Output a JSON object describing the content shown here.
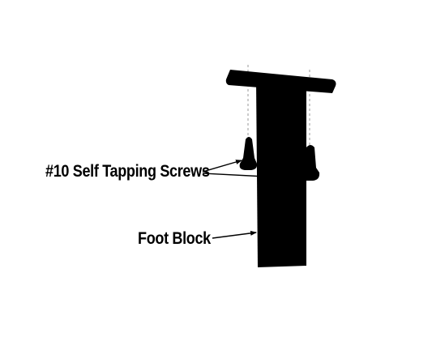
{
  "labels": {
    "screws": "#10 Self Tapping Screws",
    "foot_block": "Foot Block"
  },
  "colors": {
    "background": "#ffffff",
    "ink": "#000000",
    "guide_line": "#999999"
  },
  "parts": {
    "top_plate": "mounting plate",
    "post": "foot block post",
    "screws": [
      "left screw",
      "right screw"
    ],
    "guide_lines": "dashed alignment lines"
  }
}
